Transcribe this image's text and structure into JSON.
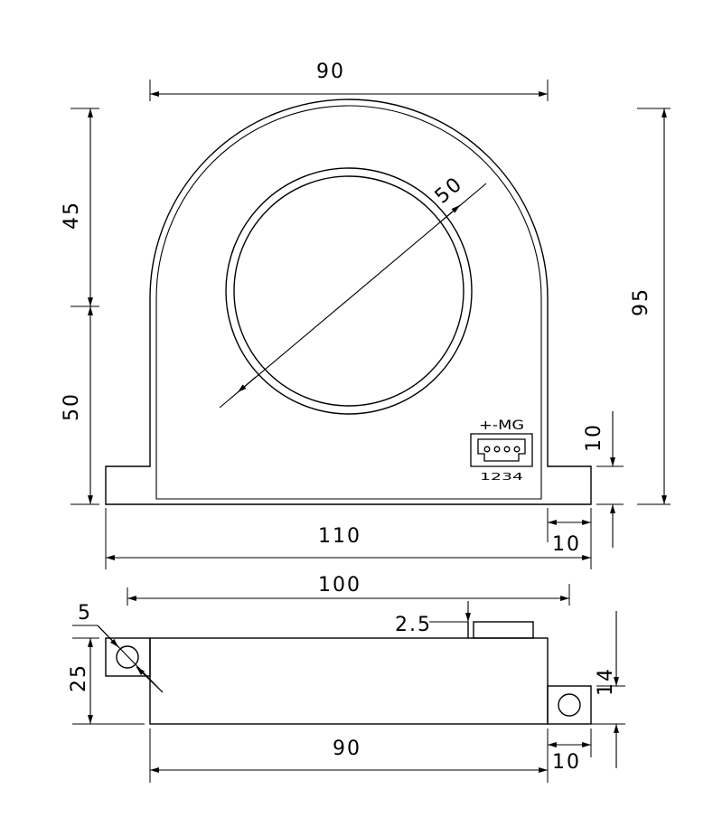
{
  "diagram": {
    "top_view": {
      "dim_top_width": "90",
      "dim_upper_height": "45",
      "dim_lower_height": "50",
      "dim_total_height": "95",
      "dim_hole_diameter": "50",
      "dim_flange_height": "10",
      "dim_flange_width": "10",
      "dim_base_width": "110",
      "connector": {
        "pin_signals": "+-MG",
        "pin_numbers": "1234"
      }
    },
    "side_view": {
      "dim_mount_span": "100",
      "dim_hole": "5",
      "dim_height": "25",
      "dim_offset": "2.5",
      "dim_tab_height": "14",
      "dim_body_width": "90",
      "dim_tab_width": "10"
    }
  },
  "colors": {
    "line": "#000000",
    "background": "#ffffff"
  }
}
